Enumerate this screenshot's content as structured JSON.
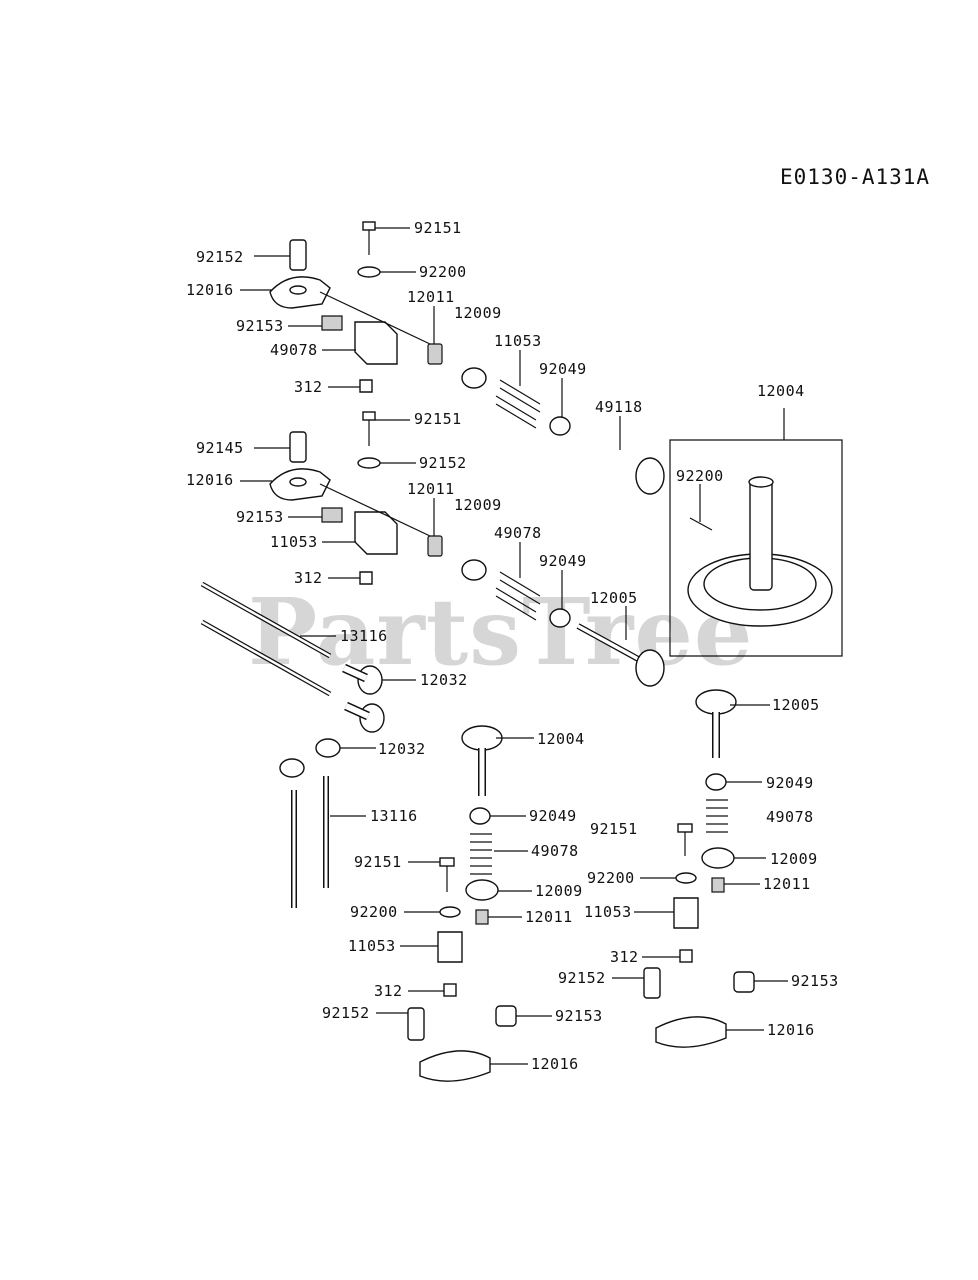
{
  "diagram_code": "E0130-A131A",
  "watermark": "PartsTree",
  "callouts": [
    {
      "id": "c01",
      "label": "92151"
    },
    {
      "id": "c02",
      "label": "92152"
    },
    {
      "id": "c03",
      "label": "92200"
    },
    {
      "id": "c04",
      "label": "12016"
    },
    {
      "id": "c05",
      "label": "12011"
    },
    {
      "id": "c06",
      "label": "12009"
    },
    {
      "id": "c07",
      "label": "92153"
    },
    {
      "id": "c08",
      "label": "11053"
    },
    {
      "id": "c09",
      "label": "49078"
    },
    {
      "id": "c10",
      "label": "92049"
    },
    {
      "id": "c11",
      "label": "312"
    },
    {
      "id": "c12",
      "label": "12004"
    },
    {
      "id": "c13",
      "label": "49118"
    },
    {
      "id": "c14",
      "label": "92151"
    },
    {
      "id": "c15",
      "label": "92145"
    },
    {
      "id": "c16",
      "label": "92152"
    },
    {
      "id": "c17",
      "label": "92200"
    },
    {
      "id": "c18",
      "label": "12016"
    },
    {
      "id": "c19",
      "label": "12011"
    },
    {
      "id": "c20",
      "label": "12009"
    },
    {
      "id": "c21",
      "label": "92153"
    },
    {
      "id": "c22",
      "label": "49078"
    },
    {
      "id": "c23",
      "label": "11053"
    },
    {
      "id": "c24",
      "label": "92049"
    },
    {
      "id": "c25",
      "label": "312"
    },
    {
      "id": "c26",
      "label": "12005"
    },
    {
      "id": "c27",
      "label": "13116"
    },
    {
      "id": "c28",
      "label": "12032"
    },
    {
      "id": "c29",
      "label": "12005"
    },
    {
      "id": "c30",
      "label": "12004"
    },
    {
      "id": "c31",
      "label": "12032"
    },
    {
      "id": "c32",
      "label": "92049"
    },
    {
      "id": "c33",
      "label": "13116"
    },
    {
      "id": "c34",
      "label": "92049"
    },
    {
      "id": "c35",
      "label": "49078"
    },
    {
      "id": "c36",
      "label": "92151"
    },
    {
      "id": "c37",
      "label": "49078"
    },
    {
      "id": "c38",
      "label": "12009"
    },
    {
      "id": "c39",
      "label": "92151"
    },
    {
      "id": "c40",
      "label": "92200"
    },
    {
      "id": "c41",
      "label": "12011"
    },
    {
      "id": "c42",
      "label": "12009"
    },
    {
      "id": "c43",
      "label": "11053"
    },
    {
      "id": "c44",
      "label": "92200"
    },
    {
      "id": "c45",
      "label": "12011"
    },
    {
      "id": "c46",
      "label": "11053"
    },
    {
      "id": "c47",
      "label": "312"
    },
    {
      "id": "c48",
      "label": "92153"
    },
    {
      "id": "c49",
      "label": "92152"
    },
    {
      "id": "c50",
      "label": "312"
    },
    {
      "id": "c51",
      "label": "92153"
    },
    {
      "id": "c52",
      "label": "92152"
    },
    {
      "id": "c53",
      "label": "12016"
    },
    {
      "id": "c54",
      "label": "12016"
    }
  ]
}
